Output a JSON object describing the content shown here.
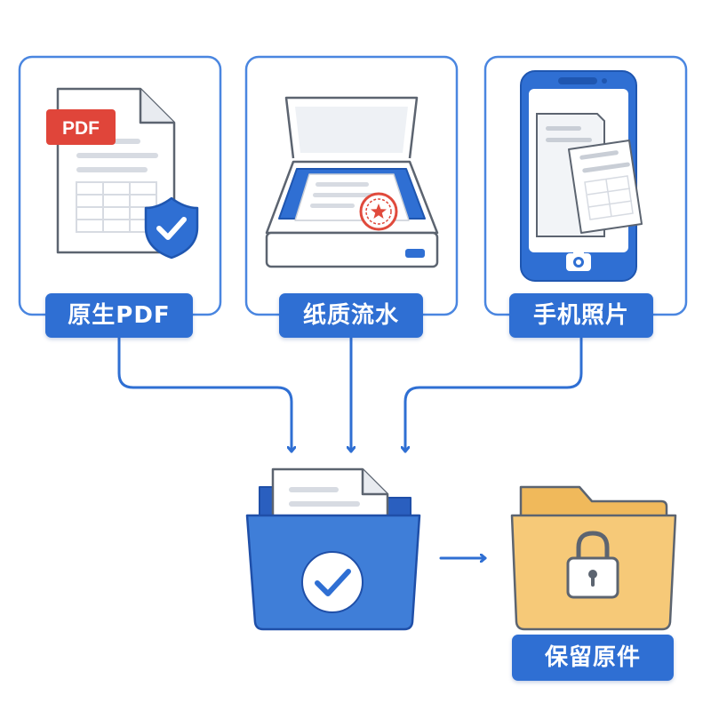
{
  "sources": {
    "native_pdf": {
      "label": "原生PDF",
      "badge_text": "PDF"
    },
    "paper_stream": {
      "label": "纸质流水"
    },
    "phone_photo": {
      "label": "手机照片"
    }
  },
  "output": {
    "label": "保留原件"
  },
  "colors": {
    "primary_blue": "#2f6fd3",
    "folder_blue": "#3f7ed8",
    "folder_yellow": "#f6c978",
    "pdf_red": "#e0453a",
    "stamp_red": "#e04a3c"
  }
}
